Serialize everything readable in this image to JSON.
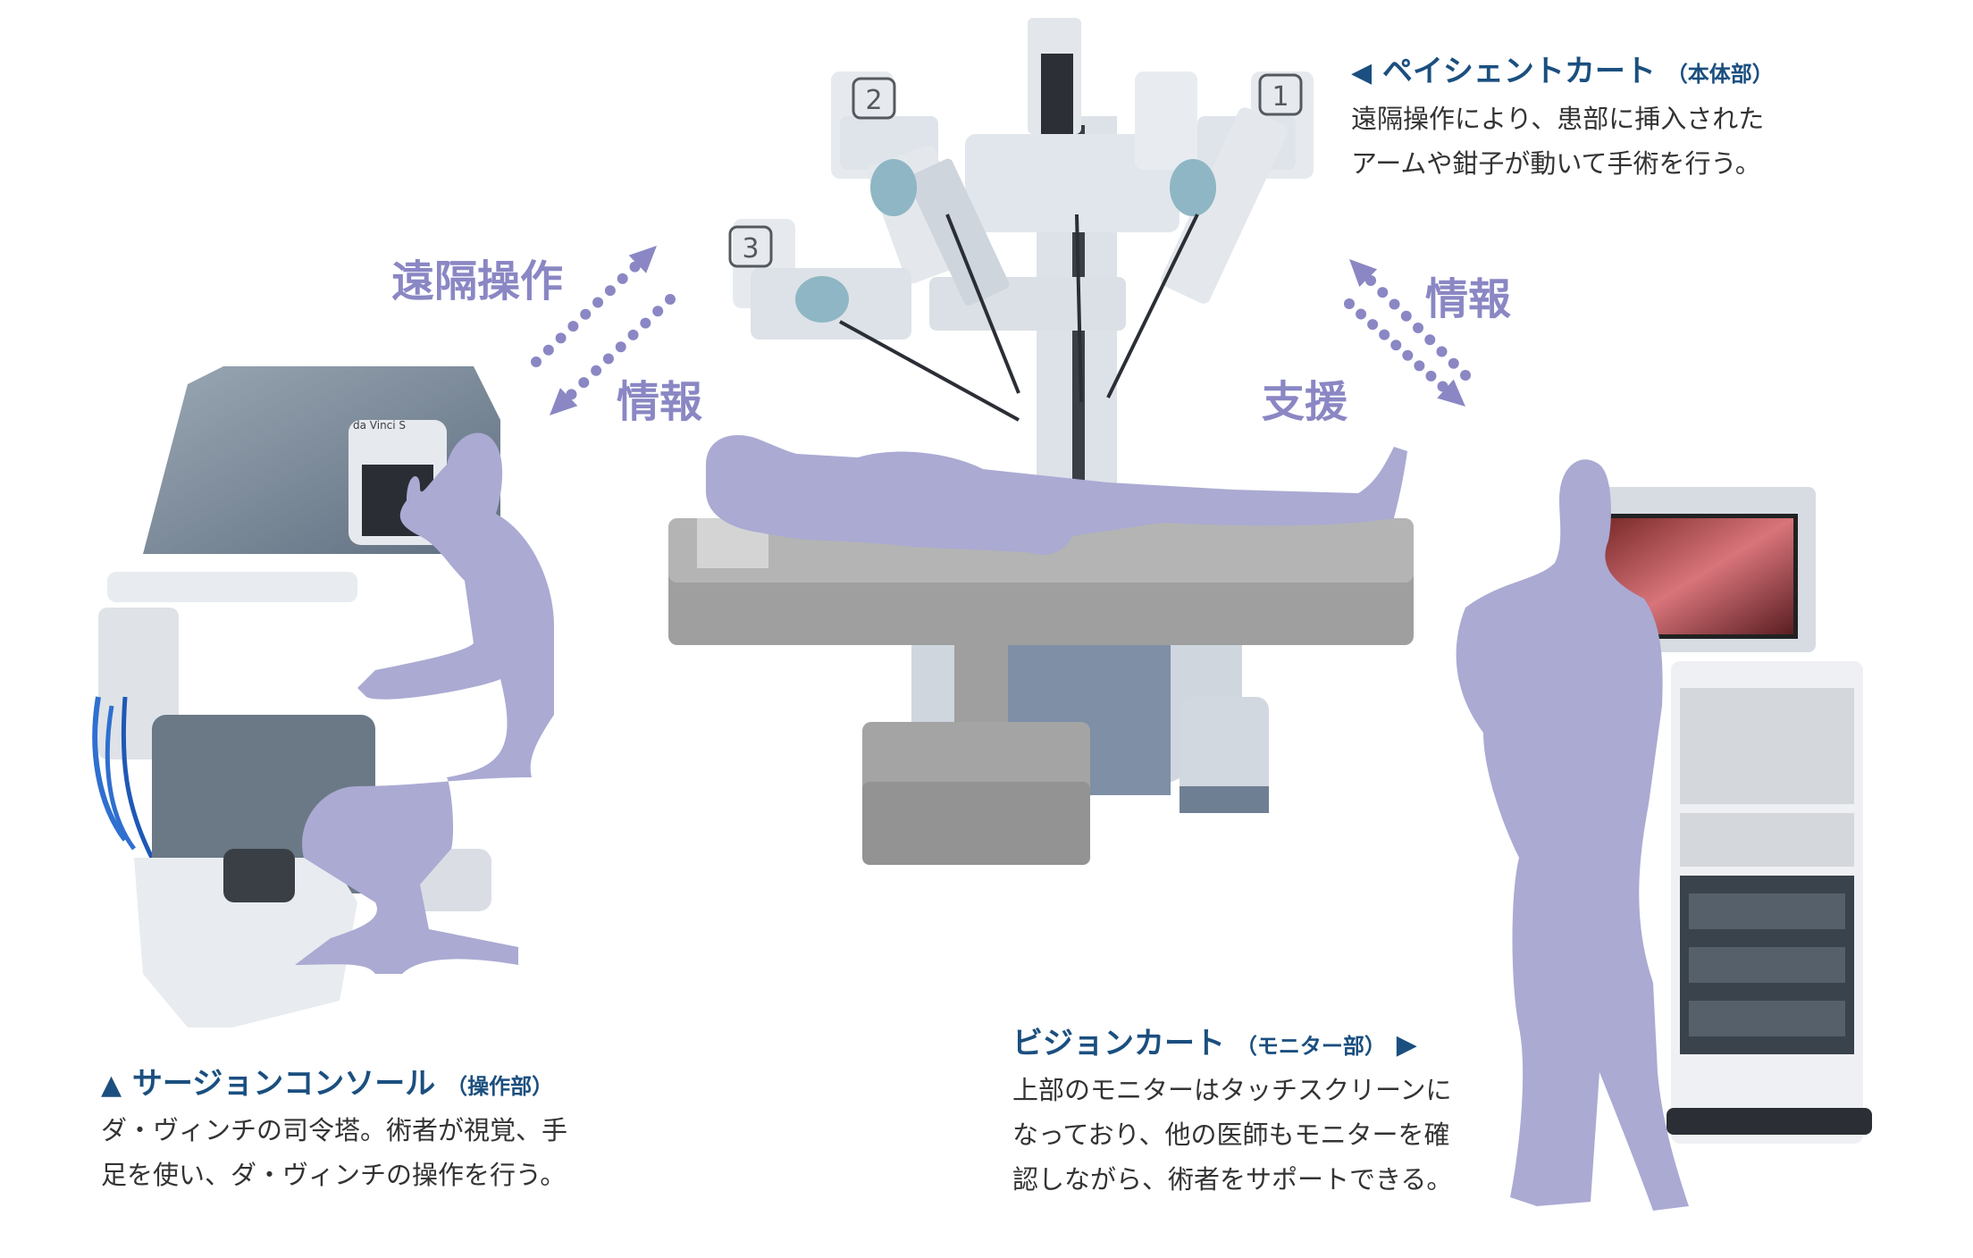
{
  "colors": {
    "heading": "#1b4f7f",
    "body_text": "#333333",
    "flow": "#8a87c4",
    "silhouette": "#aaaad3",
    "table": "#a9a9a9",
    "machine": "#dde2e8"
  },
  "patient_cart": {
    "marker": "◀",
    "title": "ペイシェントカート",
    "sub": "（本体部）",
    "desc": [
      "遠隔操作により、患部に挿入された",
      "アームや鉗子が動いて手術を行う。"
    ],
    "arm_labels": [
      "2",
      "1",
      "3"
    ]
  },
  "surgeon_console": {
    "marker": "▲",
    "title": "サージョンコンソール",
    "sub": "（操作部）",
    "desc": [
      "ダ・ヴィンチの司令塔。術者が視覚、手",
      "足を使い、ダ・ヴィンチの操作を行う。"
    ],
    "brand": "da Vinci S"
  },
  "vision_cart": {
    "marker": "▶",
    "title": "ビジョンカート",
    "sub": "（モニター部）",
    "desc": [
      "上部のモニターはタッチスクリーンに",
      "なっており、他の医師もモニターを確",
      "認しながら、術者をサポートできる。"
    ]
  },
  "flows": {
    "left_remote": "遠隔操作",
    "left_info": "情報",
    "right_info": "情報",
    "right_support": "支援"
  }
}
